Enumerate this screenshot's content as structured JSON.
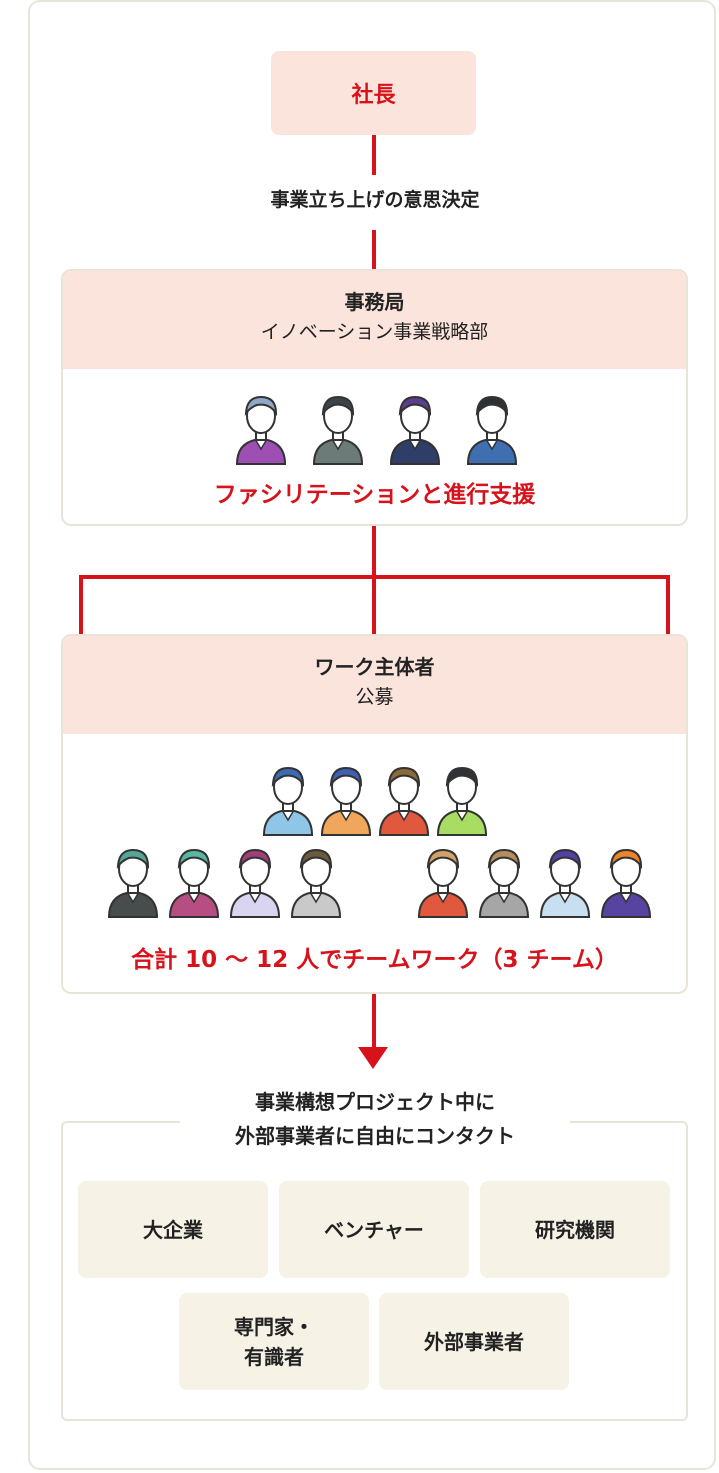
{
  "ceo": {
    "label": "社長"
  },
  "decision_caption": "事業立ち上げの意思決定",
  "secretariat": {
    "title": "事務局",
    "subtitle": "イノベーション事業戦略部",
    "role": "ファシリテーションと進行支援"
  },
  "work_owners": {
    "title": "ワーク主体者",
    "subtitle": "公募",
    "summary": "合計 10 ～ 12 人でチームワーク（3 チーム）"
  },
  "external": {
    "title_line1": "事業構想プロジェクト中に",
    "title_line2": "外部事業者に自由にコンタクト",
    "tiles": [
      {
        "label": "大企業"
      },
      {
        "label": "ベンチャー"
      },
      {
        "label": "研究機関"
      },
      {
        "label": "専門家・\n有識者"
      },
      {
        "label": "外部事業者"
      }
    ]
  },
  "colors": {
    "accent_red": "#d8121b",
    "header_pink": "#fbe4dc",
    "tile_beige": "#f6f2e6",
    "border": "#e9e4d8"
  },
  "people": {
    "secretariat": [
      {
        "icon": "woman-glasses-avatar-icon",
        "shirt": "#9d4fb4",
        "hair": "#8fa8c8"
      },
      {
        "icon": "man-suit-avatar-icon",
        "shirt": "#6c7a78",
        "hair": "#3d4449"
      },
      {
        "icon": "man-glasses-avatar-icon",
        "shirt": "#2f3e67",
        "hair": "#5a3f8f"
      },
      {
        "icon": "man-suit-avatar-icon",
        "shirt": "#3f6fb0",
        "hair": "#2c3136"
      }
    ],
    "work_top": [
      {
        "icon": "man-avatar-icon",
        "shirt": "#8fc6e8",
        "hair": "#3c6bb4"
      },
      {
        "icon": "woman-avatar-icon",
        "shirt": "#f0a65b",
        "hair": "#3d5fb4"
      },
      {
        "icon": "man-beard-avatar-icon",
        "shirt": "#e0593f",
        "hair": "#8a6a3a"
      },
      {
        "icon": "woman-avatar-icon",
        "shirt": "#a9dc62",
        "hair": "#2f3337"
      }
    ],
    "work_bottom_left": [
      {
        "icon": "woman-bun-avatar-icon",
        "shirt": "#474c4d",
        "hair": "#52a895"
      },
      {
        "icon": "man-avatar-icon",
        "shirt": "#b64e83",
        "hair": "#58b7a2"
      },
      {
        "icon": "woman-avatar-icon",
        "shirt": "#d9d4f0",
        "hair": "#a13d7b"
      },
      {
        "icon": "woman-avatar-icon",
        "shirt": "#c9c9c9",
        "hair": "#6b5a3c"
      }
    ],
    "work_bottom_right": [
      {
        "icon": "woman-long-hair-avatar-icon",
        "shirt": "#e0593f",
        "hair": "#d3a06a"
      },
      {
        "icon": "man-suit-avatar-icon",
        "shirt": "#a6a6a6",
        "hair": "#b58d5c"
      },
      {
        "icon": "man-avatar-icon",
        "shirt": "#c8dff2",
        "hair": "#5340a0"
      },
      {
        "icon": "man-avatar-icon",
        "shirt": "#5744a0",
        "hair": "#ee8429"
      }
    ]
  }
}
